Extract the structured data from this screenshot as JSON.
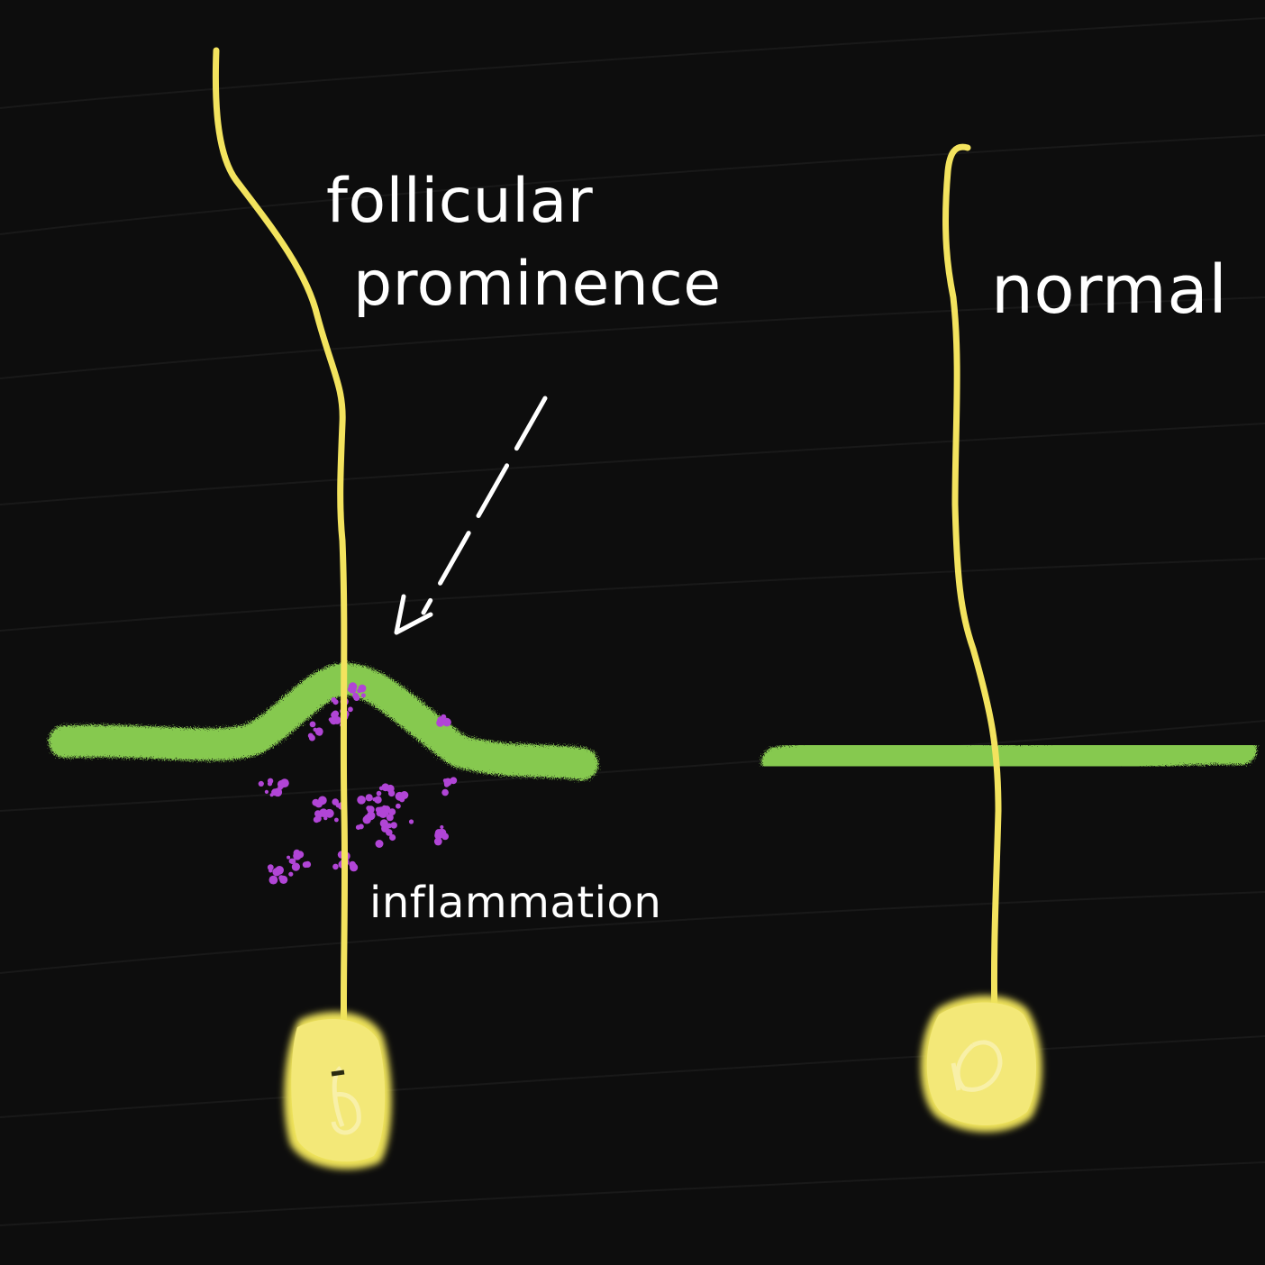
{
  "labels": {
    "follicular_line1": "follicular",
    "follicular_line2": "prominence",
    "normal": "normal",
    "inflammation": "inflammation"
  },
  "colors": {
    "background": "#0d0d0d",
    "hair": "#f3e35e",
    "bulb": "#efe35a",
    "skin_layer": "#86c94f",
    "inflammation": "#b145d6",
    "text": "#ffffff"
  }
}
